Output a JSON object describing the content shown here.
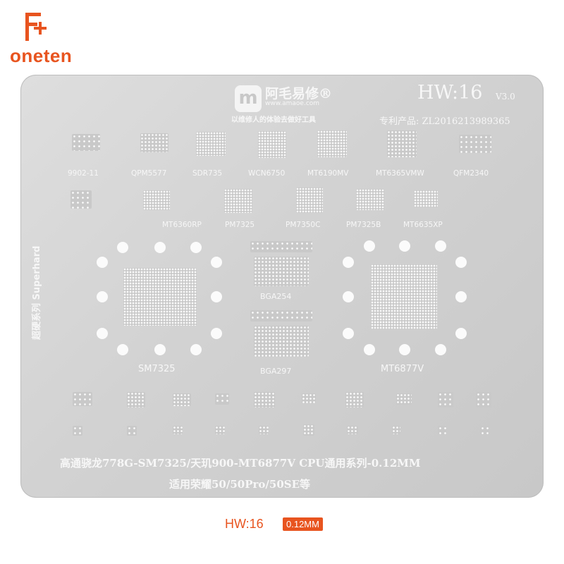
{
  "brand": {
    "logo_text": "oneten",
    "accent_color": "#e8541f"
  },
  "plate": {
    "maker_name": "阿毛易修®",
    "maker_url": "www.amaoe.com",
    "maker_slogan": "以维修人的体验去做好工具",
    "model_code": "HW:16",
    "model_version": "V3.0",
    "patent_text": "专利产品: ZL2016213989365",
    "vertical_label": "超硬系列 Superhard",
    "bottom_line1": "高通骁龙778G-SM7325/天玑900-MT6877V CPU通用系列-0.12MM",
    "bottom_line2": "适用荣耀50/50Pro/50SE等"
  },
  "chips_row1": [
    "9902-11",
    "QPM5577",
    "SDR735",
    "WCN6750",
    "MT6190MV",
    "MT6365VMW",
    "QFM2340"
  ],
  "chips_row2": [
    "MT6360RP",
    "PM7325",
    "PM7350C",
    "PM7325B",
    "MT6635XP"
  ],
  "main_chips": {
    "left": "SM7325",
    "middle_top": "BGA254",
    "middle_bottom": "BGA297",
    "right": "MT6877V"
  },
  "caption": {
    "code": "HW:16",
    "thickness": "0.12MM"
  }
}
